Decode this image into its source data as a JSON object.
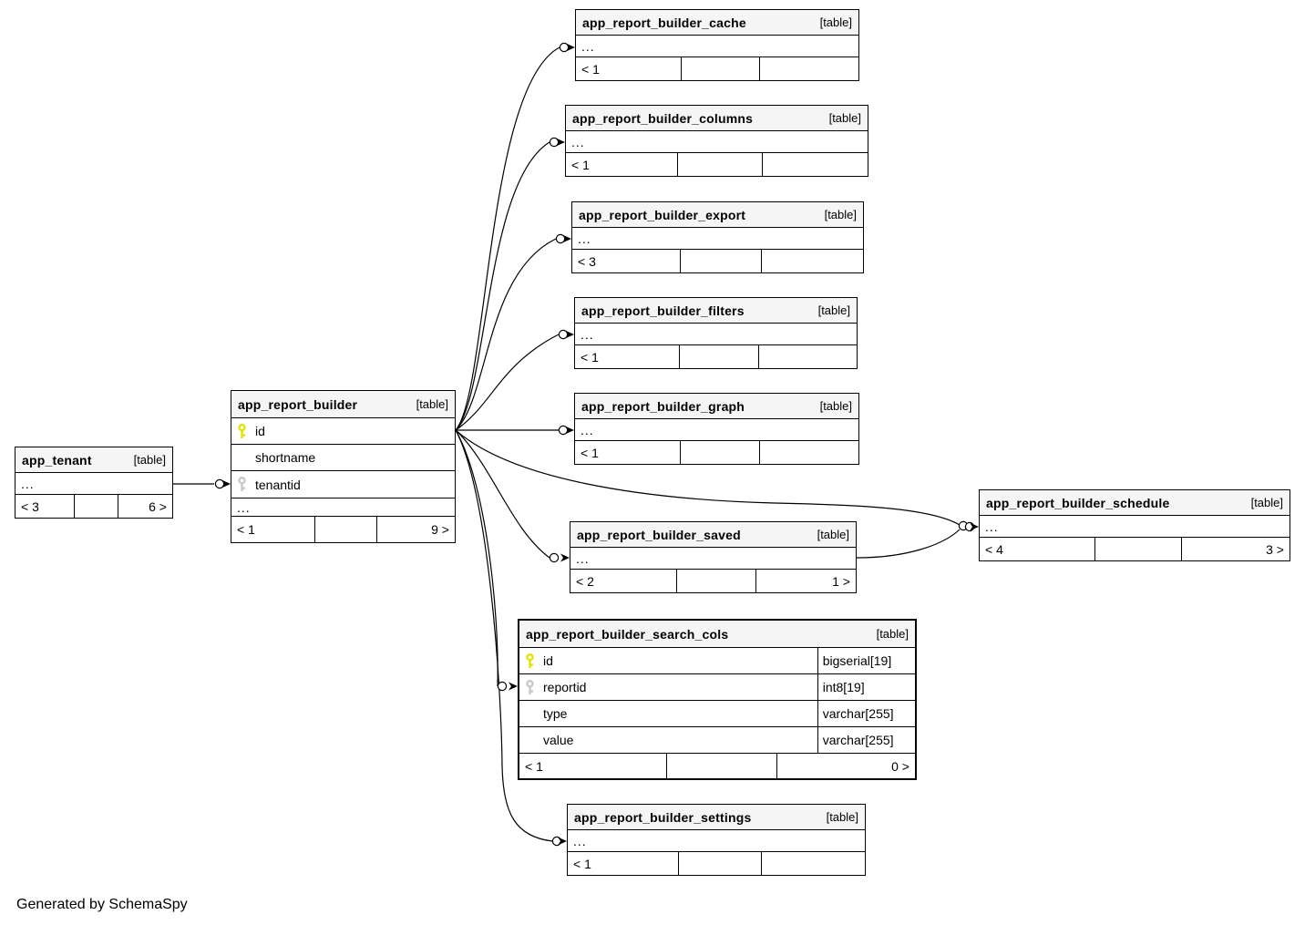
{
  "diagram": {
    "generator_note": "Generated by SchemaSpy",
    "colors": {
      "primary_key": "#e3e300",
      "foreign_key": "#c8c8c8",
      "header_bg": "#f5f5f5",
      "border": "#000000"
    },
    "tables": {
      "app_tenant": {
        "name": "app_tenant",
        "tag": "[table]",
        "ellipsis": "...",
        "degrees": {
          "left": "< 3",
          "mid": "",
          "right": "6 >"
        }
      },
      "app_report_builder": {
        "name": "app_report_builder",
        "tag": "[table]",
        "ellipsis": "...",
        "columns": [
          {
            "name": "id",
            "key": "primary-key-icon"
          },
          {
            "name": "shortname",
            "key": ""
          },
          {
            "name": "tenantid",
            "key": "foreign-key-icon"
          }
        ],
        "degrees": {
          "left": "< 1",
          "mid": "",
          "right": "9 >"
        }
      },
      "app_report_builder_cache": {
        "name": "app_report_builder_cache",
        "tag": "[table]",
        "ellipsis": "...",
        "degrees": {
          "left": "< 1",
          "mid": "",
          "right": ""
        }
      },
      "app_report_builder_columns": {
        "name": "app_report_builder_columns",
        "tag": "[table]",
        "ellipsis": "...",
        "degrees": {
          "left": "< 1",
          "mid": "",
          "right": ""
        }
      },
      "app_report_builder_export": {
        "name": "app_report_builder_export",
        "tag": "[table]",
        "ellipsis": "...",
        "degrees": {
          "left": "< 3",
          "mid": "",
          "right": ""
        }
      },
      "app_report_builder_filters": {
        "name": "app_report_builder_filters",
        "tag": "[table]",
        "ellipsis": "...",
        "degrees": {
          "left": "< 1",
          "mid": "",
          "right": ""
        }
      },
      "app_report_builder_graph": {
        "name": "app_report_builder_graph",
        "tag": "[table]",
        "ellipsis": "...",
        "degrees": {
          "left": "< 1",
          "mid": "",
          "right": ""
        }
      },
      "app_report_builder_saved": {
        "name": "app_report_builder_saved",
        "tag": "[table]",
        "ellipsis": "...",
        "degrees": {
          "left": "< 2",
          "mid": "",
          "right": "1 >"
        }
      },
      "app_report_builder_schedule": {
        "name": "app_report_builder_schedule",
        "tag": "[table]",
        "ellipsis": "...",
        "degrees": {
          "left": "< 4",
          "mid": "",
          "right": "3 >"
        }
      },
      "app_report_builder_search_cols": {
        "name": "app_report_builder_search_cols",
        "tag": "[table]",
        "columns": [
          {
            "name": "id",
            "type": "bigserial[19]",
            "key": "primary-key-icon"
          },
          {
            "name": "reportid",
            "type": "int8[19]",
            "key": "foreign-key-icon"
          },
          {
            "name": "type",
            "type": "varchar[255]",
            "key": ""
          },
          {
            "name": "value",
            "type": "varchar[255]",
            "key": ""
          }
        ],
        "degrees": {
          "left": "< 1",
          "mid": "",
          "right": "0 >"
        }
      },
      "app_report_builder_settings": {
        "name": "app_report_builder_settings",
        "tag": "[table]",
        "ellipsis": "...",
        "degrees": {
          "left": "< 1",
          "mid": "",
          "right": ""
        }
      }
    }
  }
}
